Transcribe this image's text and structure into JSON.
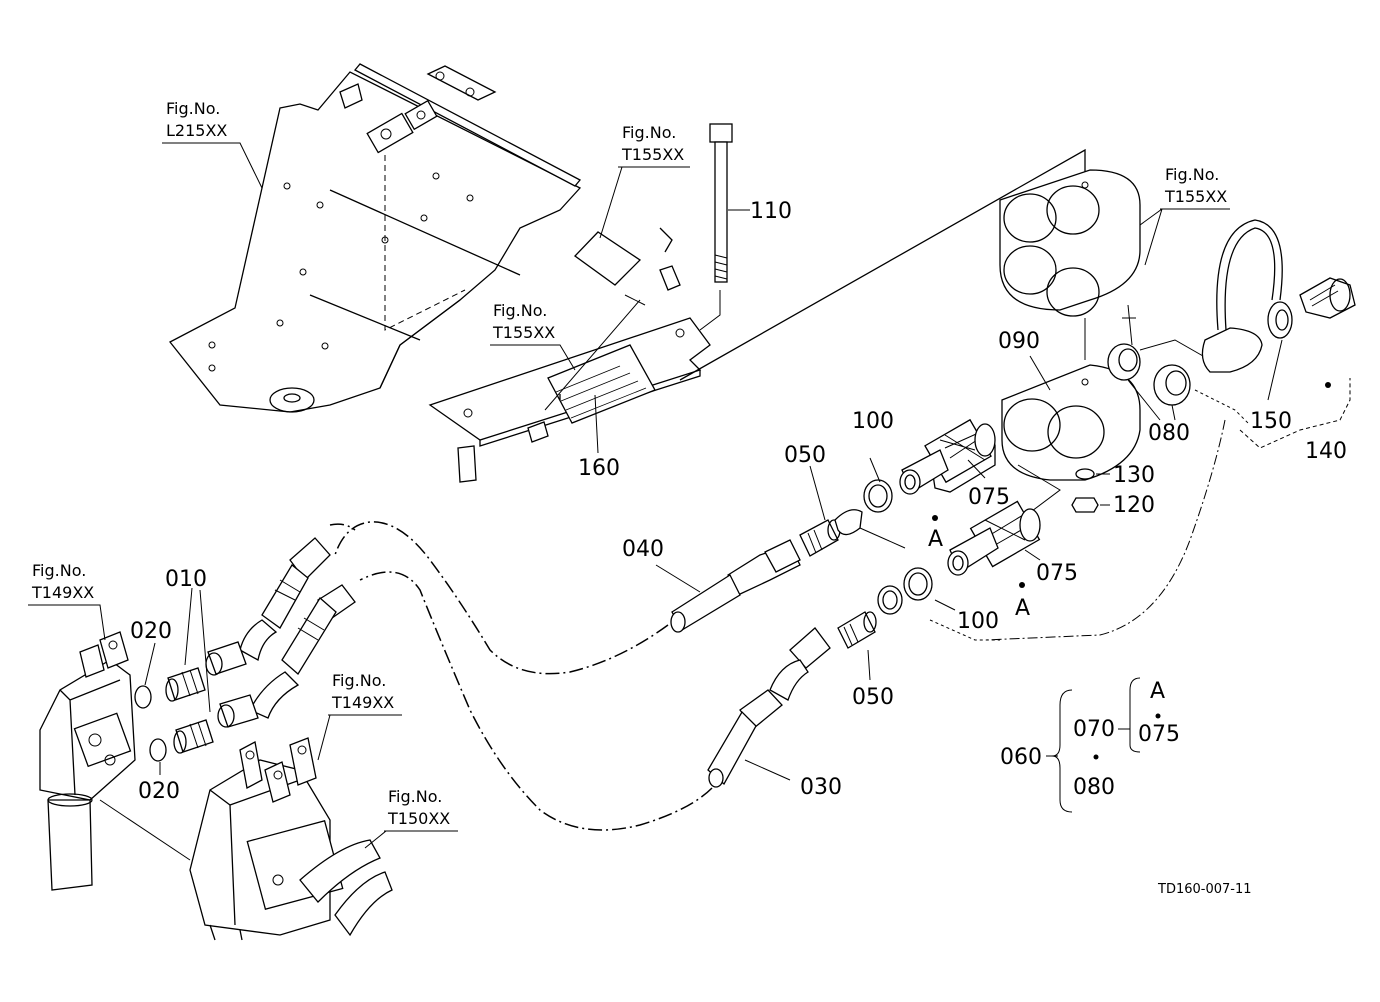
{
  "figure_refs": {
    "l215": {
      "line1": "Fig.No.",
      "line2": "L215XX"
    },
    "t155_top": {
      "line1": "Fig.No.",
      "line2": "T155XX"
    },
    "t155_mid": {
      "line1": "Fig.No.",
      "line2": "T155XX"
    },
    "t155_right": {
      "line1": "Fig.No.",
      "line2": "T155XX"
    },
    "t149_left": {
      "line1": "Fig.No.",
      "line2": "T149XX"
    },
    "t149_mid": {
      "line1": "Fig.No.",
      "line2": "T149XX"
    },
    "t150": {
      "line1": "Fig.No.",
      "line2": "T150XX"
    }
  },
  "parts": {
    "p010": "010",
    "p020a": "020",
    "p020b": "020",
    "p030": "030",
    "p040": "040",
    "p050a": "050",
    "p050b": "050",
    "p060": "060",
    "p070": "070",
    "p075a": "075",
    "p075b": "075",
    "p075c": "075",
    "p080a": "080",
    "p080b": "080",
    "p090": "090",
    "p100a": "100",
    "p100b": "100",
    "p110": "110",
    "p120": "120",
    "p130": "130",
    "p140": "140",
    "p150": "150",
    "p160": "160"
  },
  "markers": {
    "a1": "A",
    "a2": "A",
    "a3": "A"
  },
  "drawing_code": "TD160-007-11"
}
